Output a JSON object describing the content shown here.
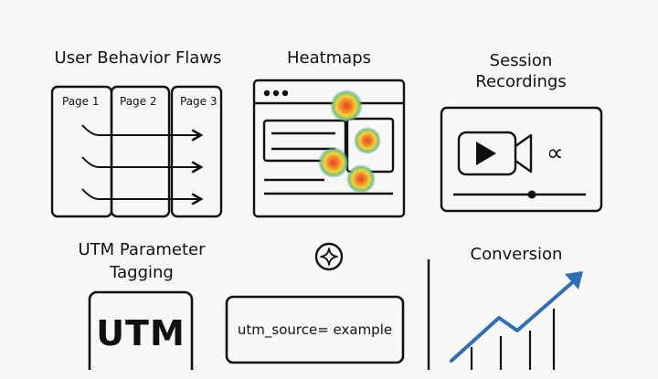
{
  "sections": {
    "user_behavior": {
      "title": "User Behavior Flaws",
      "pages": [
        "Page 1",
        "Page 2",
        "Page 3"
      ]
    },
    "heatmaps": {
      "title": "Heatmaps"
    },
    "session_recordings": {
      "title_line1": "Session",
      "title_line2": "Recordings"
    },
    "utm": {
      "title_line1": "UTM Parameter",
      "title_line2": "Tagging",
      "badge": "UTM",
      "example": "utm_source= example"
    },
    "conversion": {
      "title": "Conversion"
    }
  },
  "colors": {
    "trend_line": "#2f6fb8",
    "heat_core": "#e8452b",
    "heat_mid": "#f2d43a",
    "heat_outer": "#4a90d9"
  },
  "icons": [
    "cursor-triple-dot-icon",
    "video-camera-icon",
    "play-icon",
    "alpha-icon",
    "sparkle-compass-icon",
    "trend-arrow-icon"
  ]
}
